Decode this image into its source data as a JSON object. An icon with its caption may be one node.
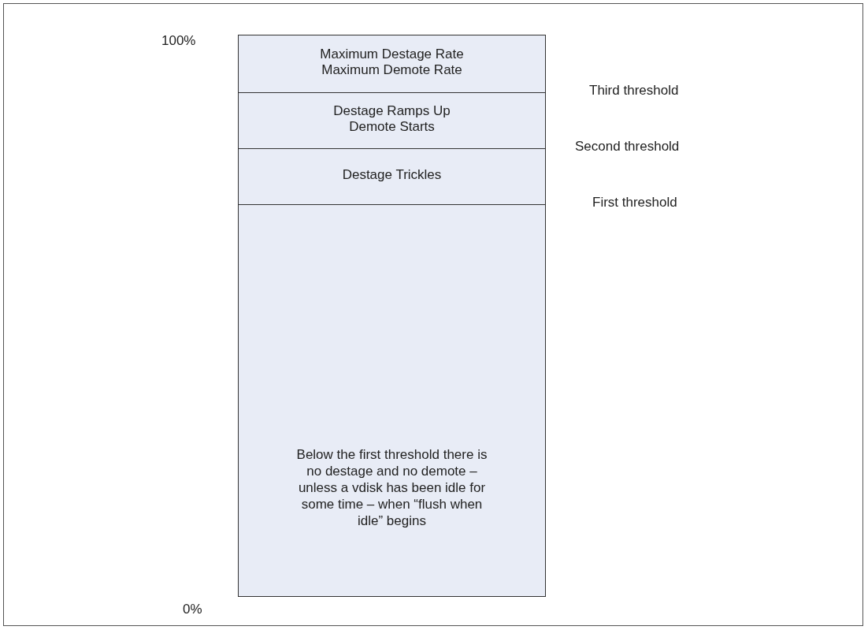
{
  "diagram": {
    "nodes": [
      {
        "text": [
          "Maximum Destage Rate",
          "Maximum Demote Rate"
        ]
      },
      {
        "text": [
          "Destage Ramps Up",
          "Demote Starts"
        ]
      },
      {
        "text": [
          "Destage Trickles"
        ]
      },
      {
        "text": [
          "Below the first threshold there is no destage and no demote – unless a vdisk has been idle for some time – when “flush when idle” begins"
        ]
      }
    ],
    "labels": [
      "100%",
      "Third threshold",
      "Second threshold",
      "First threshold",
      "0%"
    ]
  }
}
